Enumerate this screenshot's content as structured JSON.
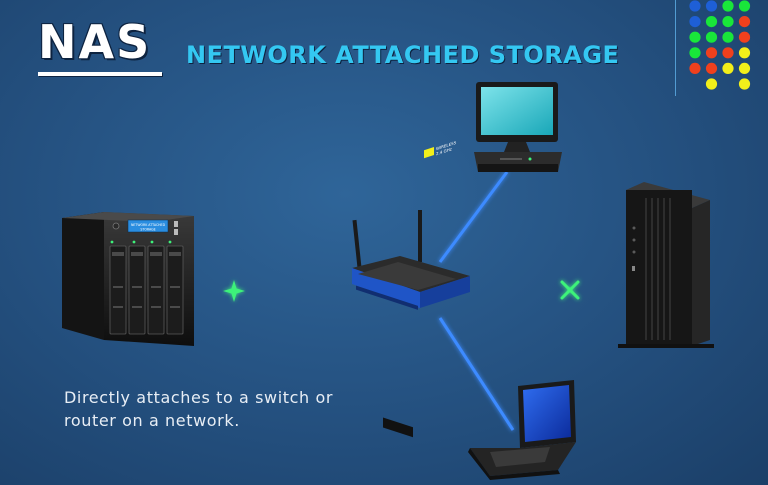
{
  "header": {
    "title": "NAS",
    "subtitle": "NETWORK ATTACHED STORAGE"
  },
  "caption": {
    "line1": "Directly attaches to a switch or",
    "line2": "router on a network."
  },
  "devices": {
    "nas": {
      "icon": "nas-storage-icon",
      "screen_line1": "NETWORK ATTACHED",
      "screen_line2": "STORAGE"
    },
    "router": {
      "icon": "wireless-router-icon",
      "label_line1": "WIRELESS",
      "label_line2": "2.4 GHz"
    },
    "desktop": {
      "icon": "desktop-computer-icon"
    },
    "server": {
      "icon": "tower-server-icon"
    },
    "laptop": {
      "icon": "laptop-icon"
    }
  },
  "colors": {
    "link": "#3d8bff",
    "spark": "#3ef27a",
    "title": "#ffffff",
    "subtitle": "#34c8f2",
    "dot_blue": "#1e5fd6",
    "dot_green": "#19e63a",
    "dot_red": "#f0401d",
    "dot_yellow": "#f2ef1a"
  },
  "dots": [
    [
      "blue",
      "blue",
      "green",
      "green"
    ],
    [
      "blue",
      "green",
      "green",
      "red"
    ],
    [
      "green",
      "green",
      "green",
      "red"
    ],
    [
      "green",
      "red",
      "red",
      "yellow"
    ],
    [
      "red",
      "red",
      "yellow",
      "yellow"
    ],
    [
      "",
      "yellow",
      "",
      "yellow"
    ]
  ]
}
